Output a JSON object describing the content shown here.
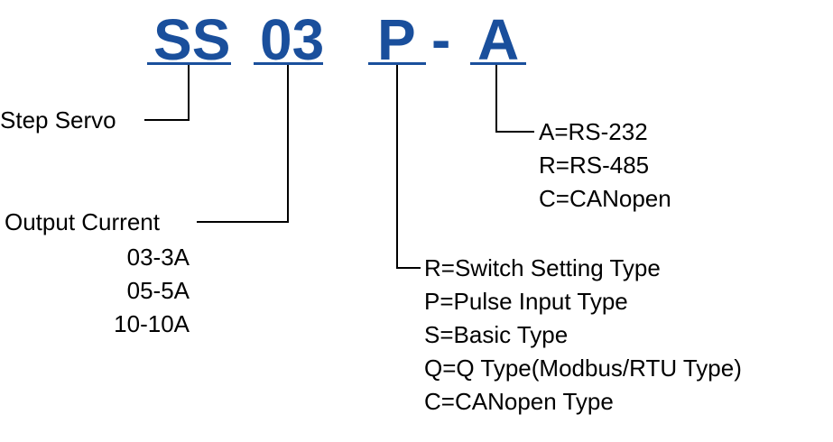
{
  "model_code": {
    "series": "SS",
    "current": "03",
    "type": "P",
    "separator": "-",
    "comm": "A"
  },
  "colors": {
    "code": "#1a4f9c",
    "text": "#000000",
    "lines": "#000000"
  },
  "series_field": {
    "label": "Step Servo"
  },
  "current_field": {
    "label": "Output Current",
    "options": [
      "03-3A",
      "05-5A",
      "10-10A"
    ]
  },
  "type_field": {
    "options": [
      "R=Switch Setting Type",
      "P=Pulse Input Type",
      "S=Basic Type",
      "Q=Q Type(Modbus/RTU Type)",
      "C=CANopen Type"
    ]
  },
  "comm_field": {
    "options": [
      "A=RS-232",
      "R=RS-485",
      "C=CANopen"
    ]
  }
}
